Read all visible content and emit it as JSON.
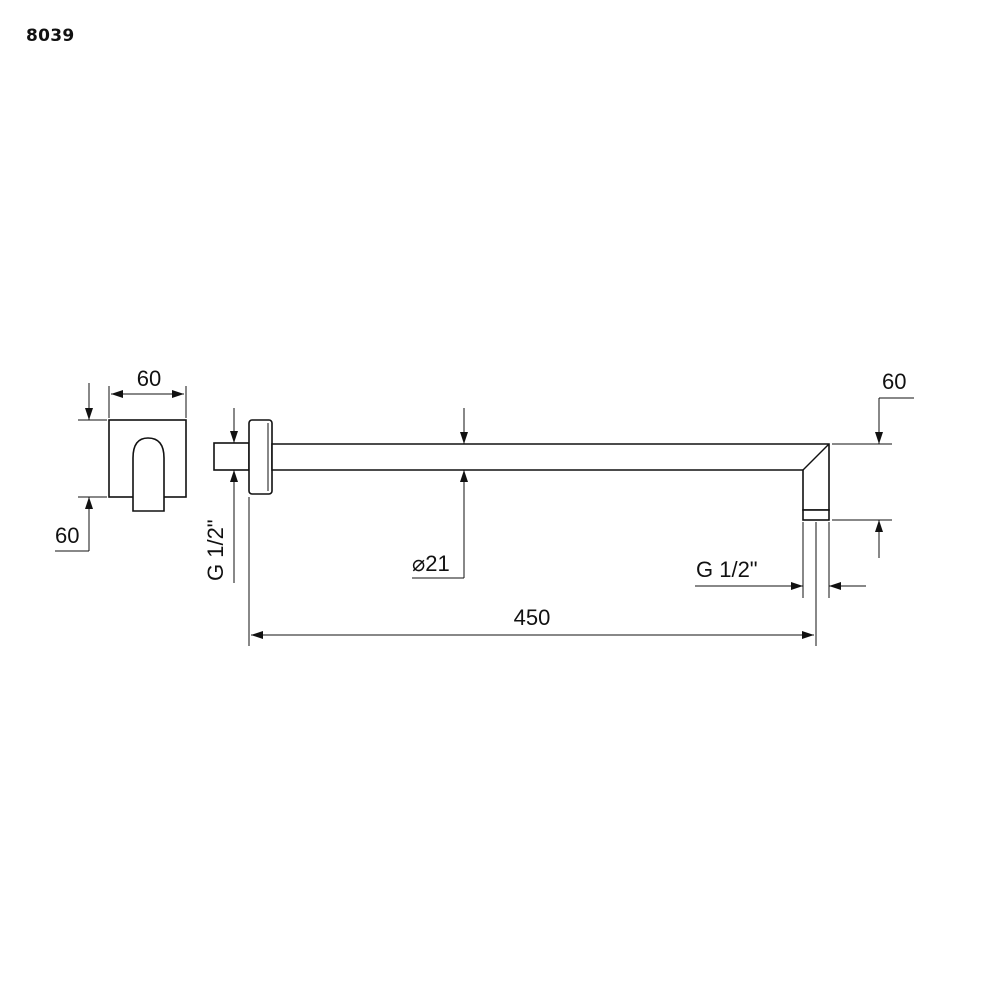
{
  "drawing": {
    "model_code": "8039",
    "dimensions": {
      "plate_width": "60",
      "plate_height": "60",
      "inlet_thread": "G 1/2\"",
      "arm_diameter": "⌀21",
      "outlet_thread": "G 1/2\"",
      "arm_length": "450",
      "drop_height": "60"
    },
    "line_color": "#111111",
    "background_color": "#ffffff"
  }
}
